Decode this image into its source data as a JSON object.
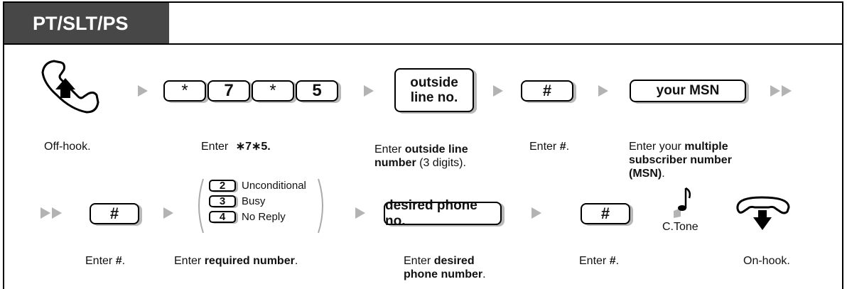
{
  "header": {
    "title": "PT/SLT/PS"
  },
  "row1": {
    "keys": {
      "k1": "*",
      "k2": "7",
      "k3": "*",
      "k4": "5"
    },
    "outside_key": [
      "outside",
      "line no."
    ],
    "hash_key": "#",
    "msn_key": "your MSN",
    "captions": {
      "offhook": "Off-hook.",
      "enter_code_prefix": "Enter ",
      "enter_code_value": "∗7∗5.",
      "outside_pre": "Enter ",
      "outside_bold1": "outside line",
      "outside_bold2": "number",
      "outside_post": " (3 digits).",
      "hash_pre": "Enter ",
      "hash_bold": "#",
      "hash_post": ".",
      "msn_pre": "Enter your ",
      "msn_bold1": "multiple",
      "msn_bold2": "subscriber number",
      "msn_bold3": "(MSN)",
      "msn_post": "."
    }
  },
  "row2": {
    "hash_key": "#",
    "options": [
      {
        "num": "2",
        "label": "Unconditional"
      },
      {
        "num": "3",
        "label": "Busy"
      },
      {
        "num": "4",
        "label": "No Reply"
      }
    ],
    "desired_key": "desired phone no.",
    "hash_key2": "#",
    "tone_label": "C.Tone",
    "captions": {
      "hash_pre": "Enter ",
      "hash_bold": "#",
      "hash_post": ".",
      "req_pre": "Enter ",
      "req_bold": "required number",
      "req_post": ".",
      "desired_pre": "Enter ",
      "desired_bold1": "desired",
      "desired_bold2": "phone number",
      "desired_post": ".",
      "hash2_pre": "Enter ",
      "hash2_bold": "#",
      "hash2_post": ".",
      "onhook": "On-hook."
    }
  }
}
